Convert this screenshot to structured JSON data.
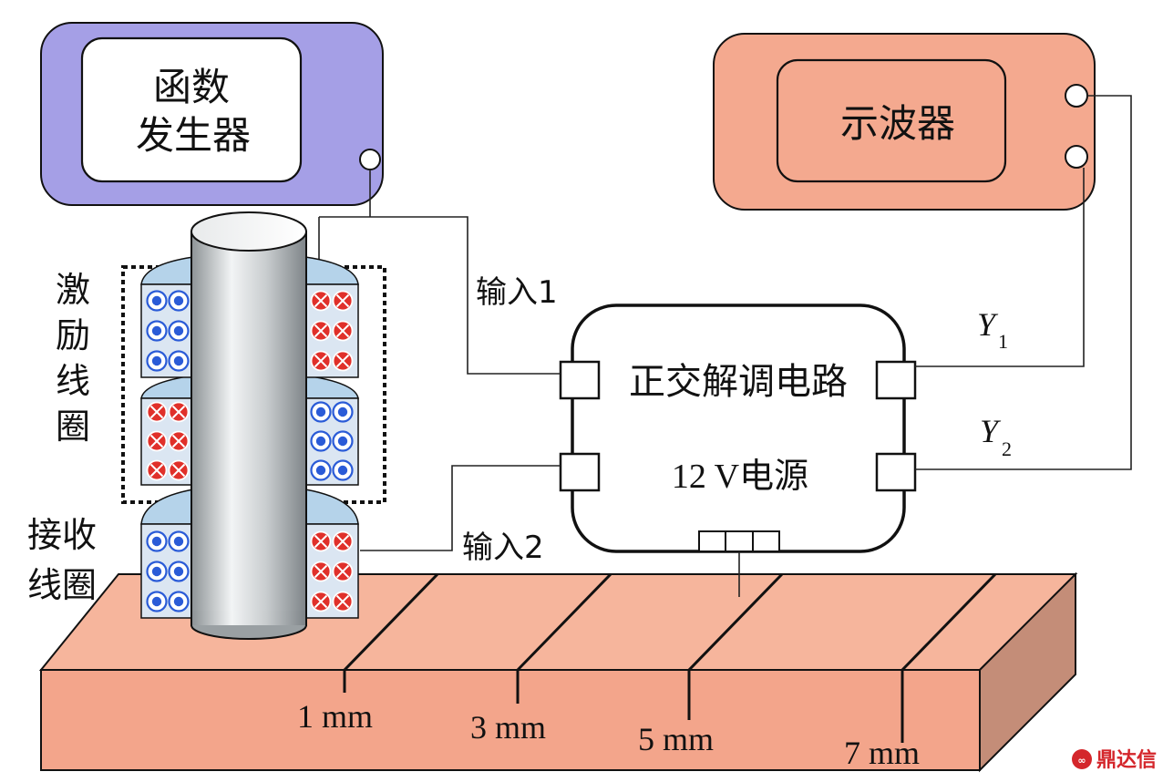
{
  "function_generator": {
    "line1": "函数",
    "line2": "发生器"
  },
  "oscilloscope": {
    "label": "示波器"
  },
  "demod_box": {
    "title": "正交解调电路",
    "power": "12 V电源"
  },
  "labels": {
    "input1": "输入1",
    "input2": "输入2",
    "y1": "Y",
    "y1_sub": "1",
    "y2": "Y",
    "y2_sub": "2",
    "excite_coil": [
      "激",
      "励",
      "线",
      "圈"
    ],
    "receive_coil_line1": "接收",
    "receive_coil_line2": "线圈"
  },
  "defects": [
    "1 mm",
    "3 mm",
    "5 mm",
    "7 mm"
  ],
  "watermark": "鼎达信",
  "colors": {
    "function_generator": "#a59fe6",
    "oscilloscope": "#f4a98f",
    "plate_top": "#f6b59c",
    "plate_front": "#f3a58b",
    "plate_side": "#c48d78",
    "coil_blue": "#2a5bd7",
    "coil_red": "#e0302a",
    "coil_cap": "#b5d3ea"
  }
}
